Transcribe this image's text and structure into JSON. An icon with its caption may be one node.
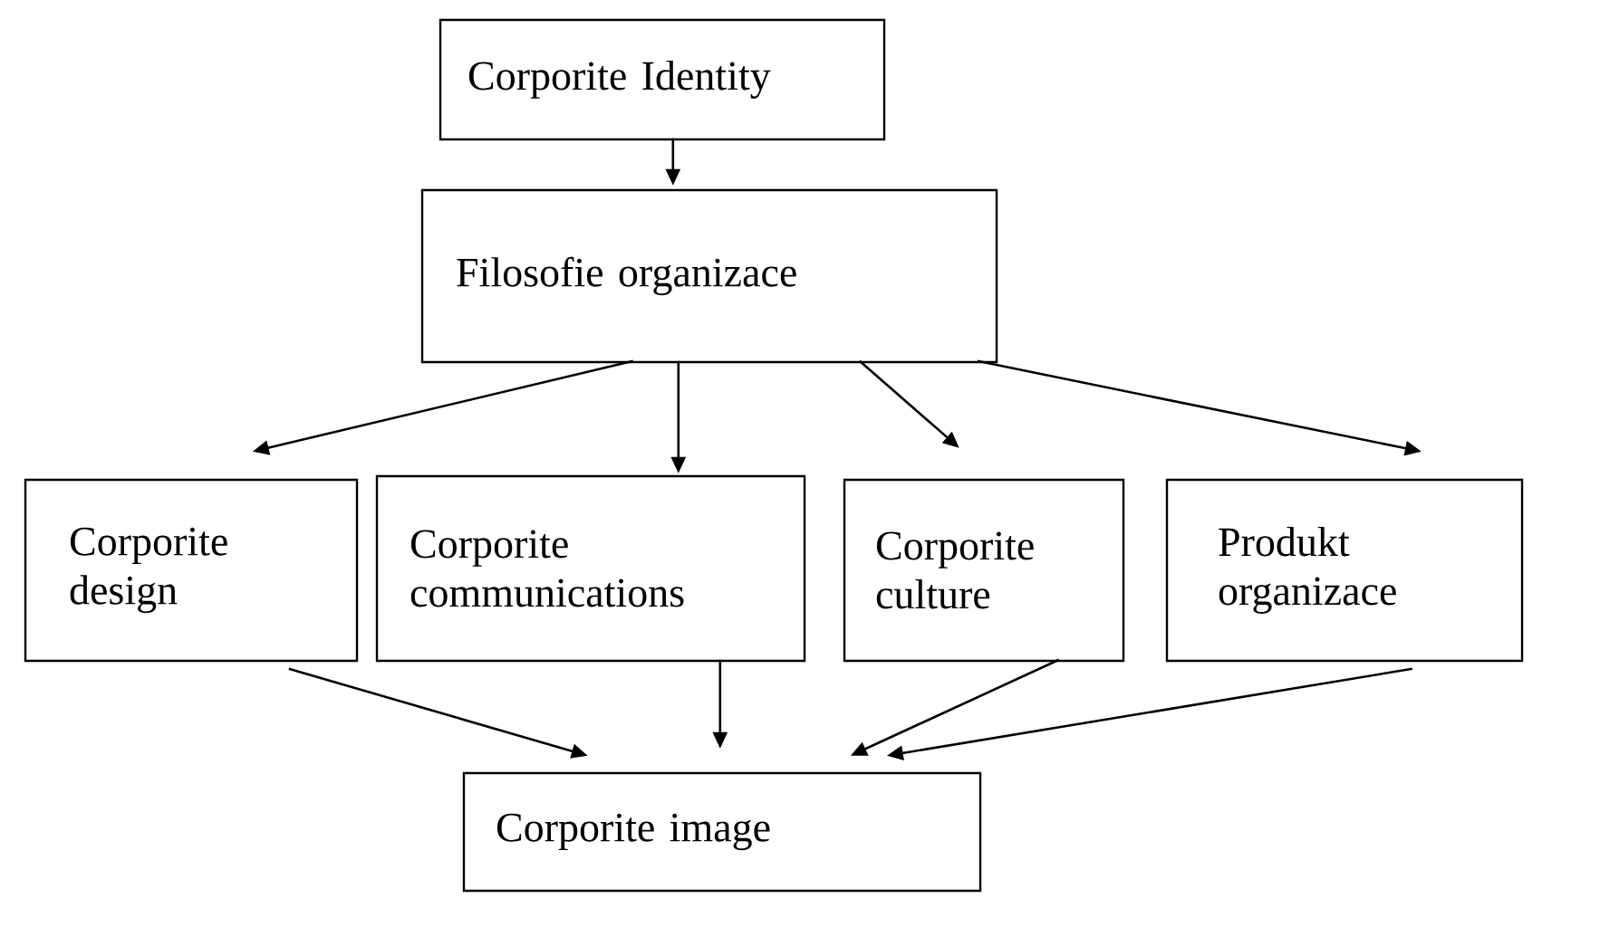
{
  "diagram": {
    "nodes": [
      {
        "text": [
          "Corporite Identity"
        ]
      },
      {
        "text": [
          "Filosofie organizace"
        ]
      },
      {
        "text": [
          "Corporite design"
        ]
      },
      {
        "text": [
          "Corporite communications"
        ]
      },
      {
        "text": [
          "Corporite culture"
        ]
      },
      {
        "text": [
          "Produkt organizace"
        ]
      },
      {
        "text": [
          "Corporite image"
        ]
      }
    ],
    "edges": [
      {
        "from": 0,
        "to": 1,
        "arrow": "to"
      },
      {
        "from": 1,
        "to": 2,
        "arrow": "to"
      },
      {
        "from": 1,
        "to": 3,
        "arrow": "to"
      },
      {
        "from": 1,
        "to": 4,
        "arrow": "to"
      },
      {
        "from": 1,
        "to": 5,
        "arrow": "to"
      },
      {
        "from": 2,
        "to": 6,
        "arrow": "to"
      },
      {
        "from": 3,
        "to": 6,
        "arrow": "to"
      },
      {
        "from": 4,
        "to": 6,
        "arrow": "to"
      },
      {
        "from": 5,
        "to": 6,
        "arrow": "to"
      }
    ]
  }
}
